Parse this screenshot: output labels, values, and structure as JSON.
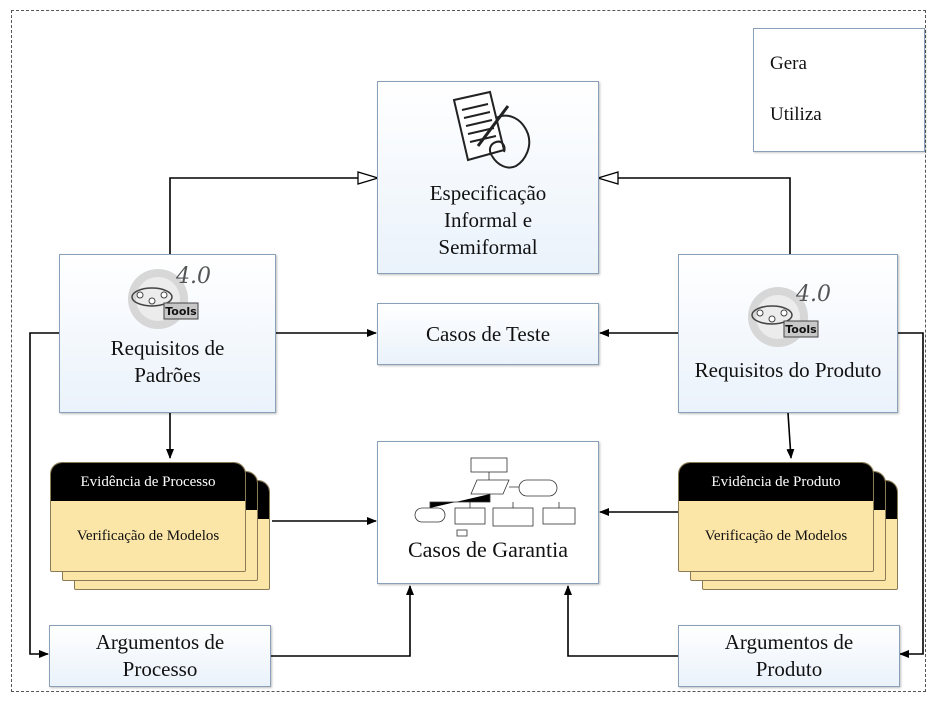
{
  "legend": {
    "gera": "Gera",
    "utiliza": "Utiliza"
  },
  "nodes": {
    "spec": "Especificação\nInformal e\nSemiformal",
    "tests": "Casos de Teste",
    "assurance": "Casos de Garantia",
    "req_standards": "Requisitos de\nPadrões",
    "req_product": "Requisitos do Produto",
    "arg_process": "Argumentos de\nProcesso",
    "arg_product": "Argumentos de\nProduto"
  },
  "evidence_process": {
    "title": "Evidência de Processo",
    "subtitle": "Verificação de Modelos"
  },
  "evidence_product": {
    "title": "Evidência de Produto",
    "subtitle": "Verificação de Modelos"
  },
  "tool_logo": {
    "version": "4.0",
    "label": "Tools",
    "icon": "cpn-tools-logo"
  },
  "colors": {
    "evidence_fill": "#fbe6a8",
    "evidence_header": "#000000",
    "box_border": "#8aa0b8"
  }
}
